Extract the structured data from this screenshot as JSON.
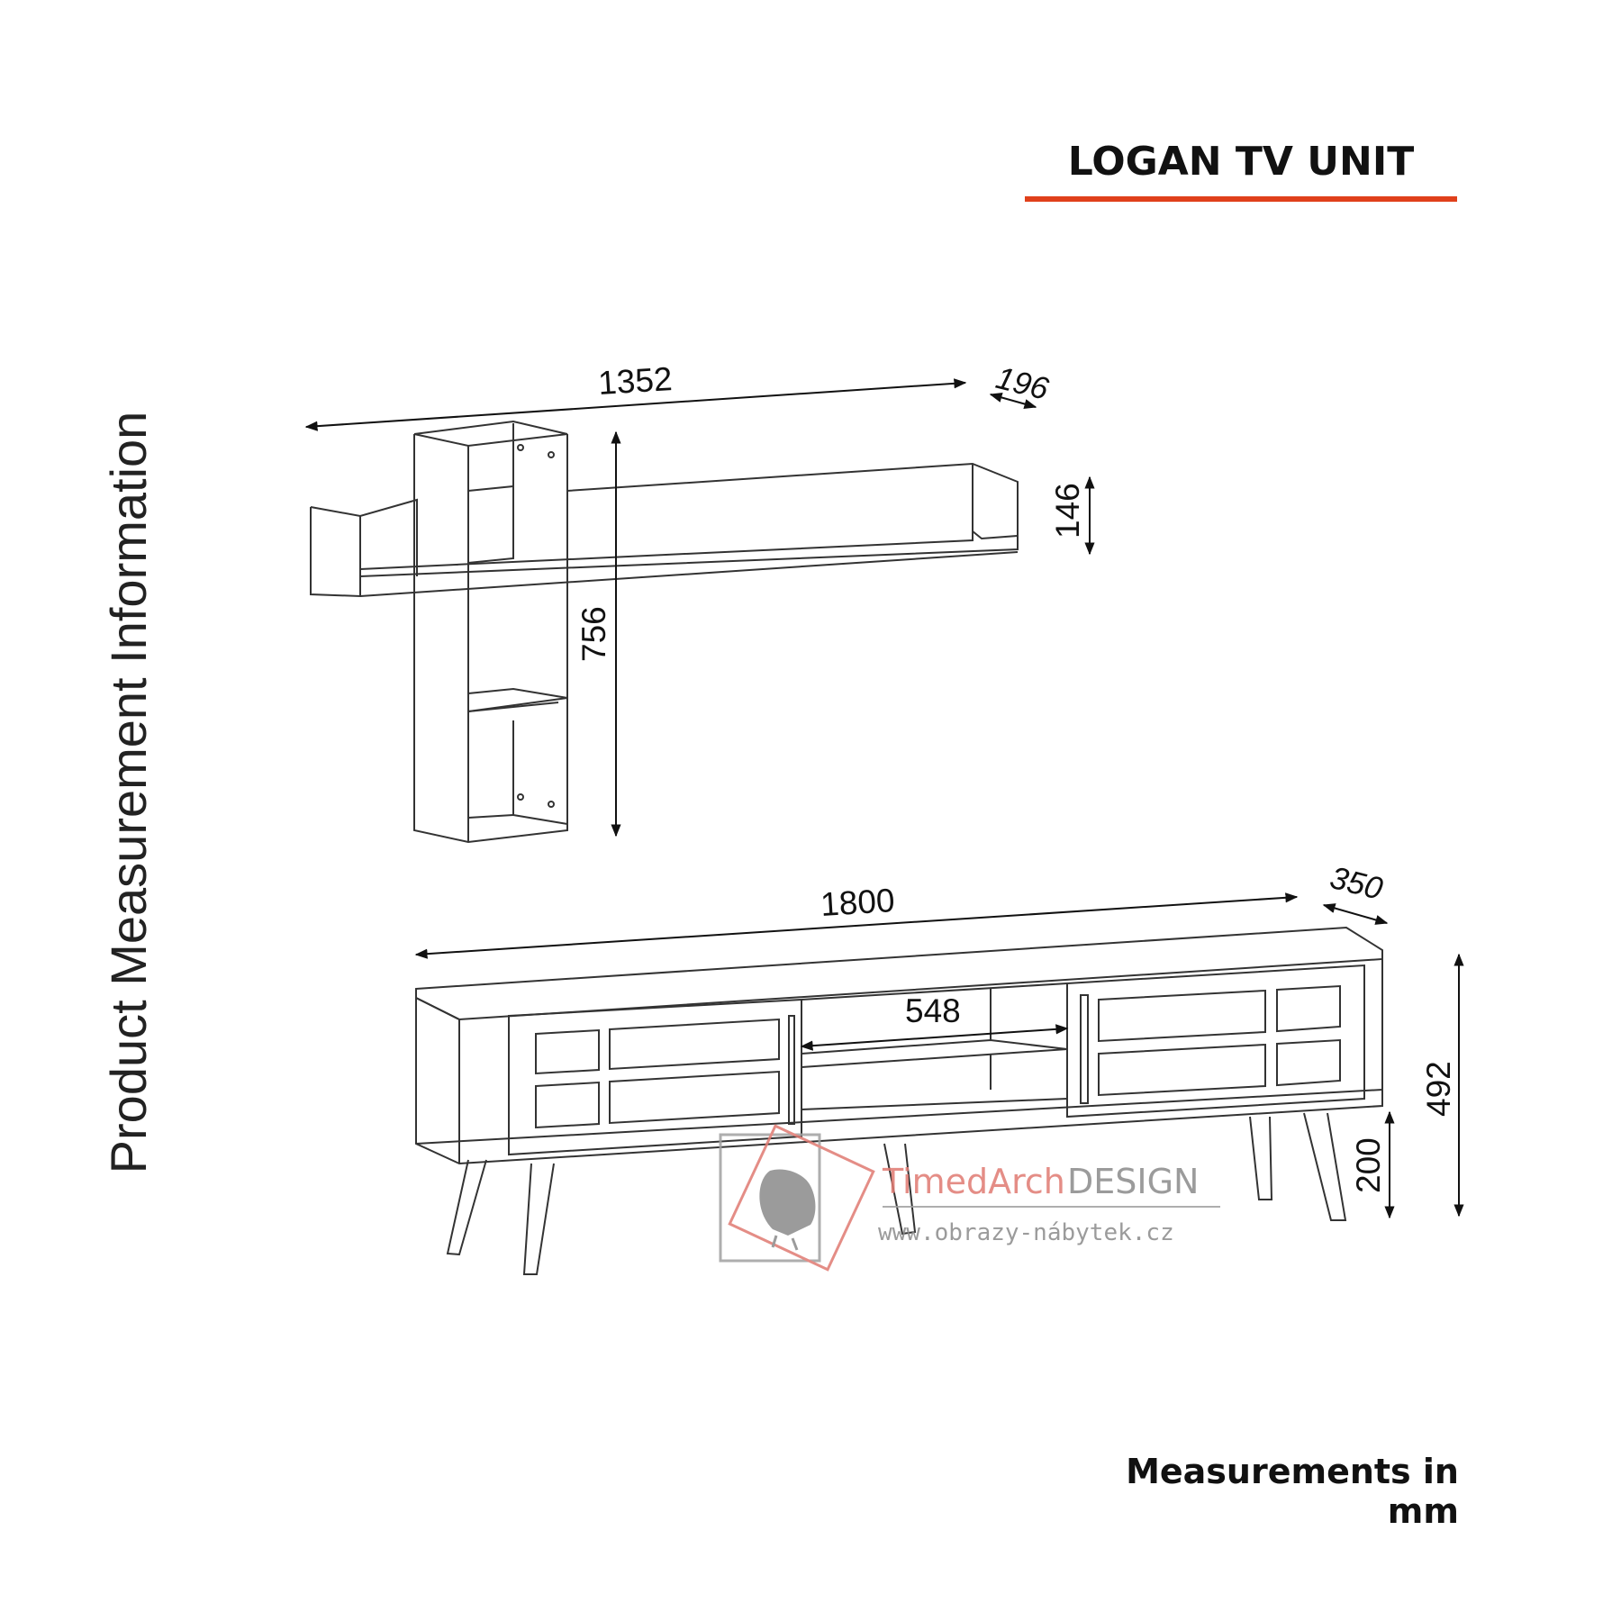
{
  "title": "LOGAN TV UNIT",
  "side_label": "Product Measurement Information",
  "units_note": "Measurements in mm",
  "shelf_unit": {
    "width": "1352",
    "depth": "196",
    "height": "756",
    "shelf_height": "146"
  },
  "tv_unit": {
    "width": "1800",
    "depth": "350",
    "height": "492",
    "opening_width": "548",
    "leg_height": "200"
  },
  "watermark": {
    "brand_prefix": "TimedArch",
    "brand_suffix": "DESIGN",
    "url": "www.obrazy-nábytek.cz"
  },
  "colors": {
    "accent": "#e0401b",
    "line": "#333333",
    "watermark_red": "#e07a72",
    "watermark_gray": "#8a8a8a"
  }
}
